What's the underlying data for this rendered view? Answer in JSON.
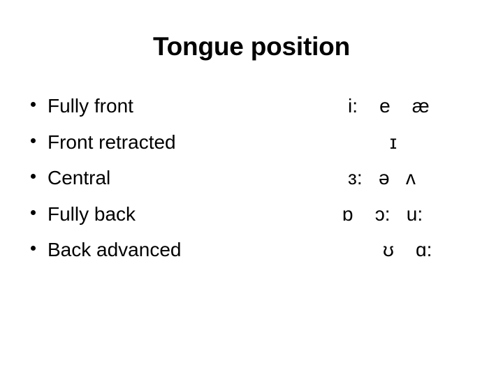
{
  "slide": {
    "title": "Tongue position",
    "background_color": "#ffffff",
    "text_color": "#000000",
    "bullet_glyph": "•",
    "rows": [
      {
        "label": "Fully front",
        "symbols": [
          "i:",
          "e",
          "æ"
        ],
        "symbols_text": "i:    e    æ"
      },
      {
        "label": "Front retracted",
        "symbols": [
          "ɪ"
        ],
        "symbols_text": "ɪ"
      },
      {
        "label": "Central",
        "symbols": [
          "ɜ:",
          "ə",
          "ʌ"
        ],
        "symbols_text": "ɜ:   ə   ʌ"
      },
      {
        "label": "Fully back",
        "symbols": [
          "ɒ",
          "ɔ:",
          "u:"
        ],
        "symbols_text": "ɒ    ɔ:   u:"
      },
      {
        "label": "Back advanced",
        "symbols": [
          "ʊ",
          "ɑ:"
        ],
        "symbols_text": "ʊ    ɑ:"
      }
    ]
  }
}
